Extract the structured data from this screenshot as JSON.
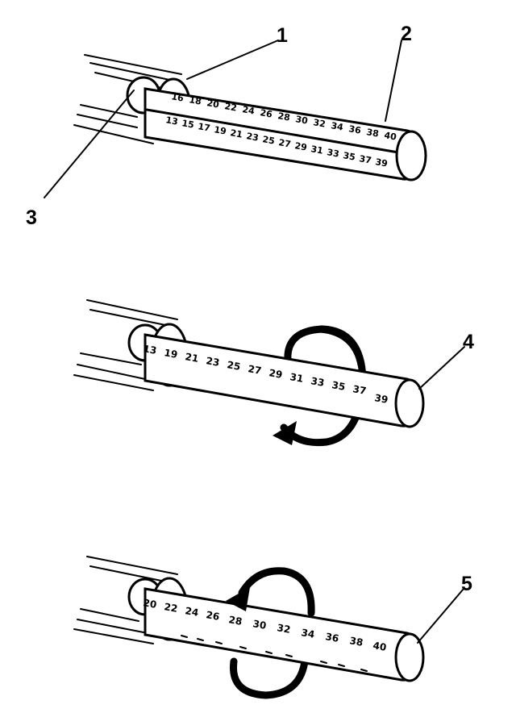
{
  "callouts": {
    "c1": "1",
    "c2": "2",
    "c3": "3",
    "c4": "4",
    "c5": "5"
  },
  "panel_top": {
    "upper_scale": [
      "16",
      "18",
      "20",
      "22",
      "24",
      "26",
      "28",
      "30",
      "32",
      "34",
      "36",
      "38",
      "40"
    ],
    "lower_scale": [
      "13",
      "15",
      "17",
      "19",
      "21",
      "23",
      "25",
      "27",
      "29",
      "31",
      "33",
      "35",
      "37",
      "39"
    ]
  },
  "panel_middle": {
    "scale": [
      "13",
      "19",
      "21",
      "23",
      "25",
      "27",
      "29",
      "31",
      "33",
      "35",
      "37",
      "39"
    ],
    "rotation": "clockwise"
  },
  "panel_bottom": {
    "scale": [
      "20",
      "22",
      "24",
      "26",
      "28",
      "30",
      "32",
      "34",
      "36",
      "38",
      "40"
    ],
    "rotation": "counter-clockwise"
  }
}
